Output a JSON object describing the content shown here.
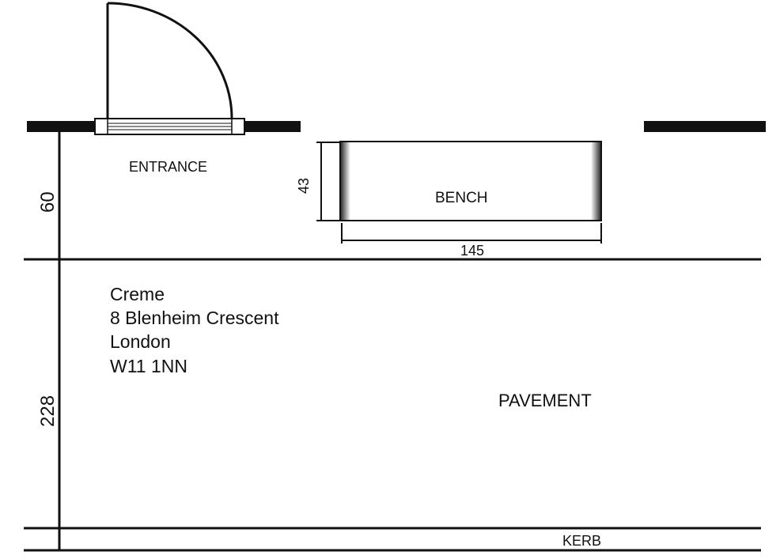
{
  "labels": {
    "entrance": "ENTRANCE",
    "bench": "BENCH",
    "pavement": "PAVEMENT",
    "kerb": "KERB"
  },
  "dimensions": {
    "entrance_depth": "60",
    "bench_depth": "43",
    "bench_width": "145",
    "pavement_depth": "228"
  },
  "address": {
    "line1": "Creme",
    "line2": "8 Blenheim Crescent",
    "line3": "London",
    "line4": "W11 1NN"
  },
  "colors": {
    "ink": "#111111",
    "background": "#ffffff"
  }
}
